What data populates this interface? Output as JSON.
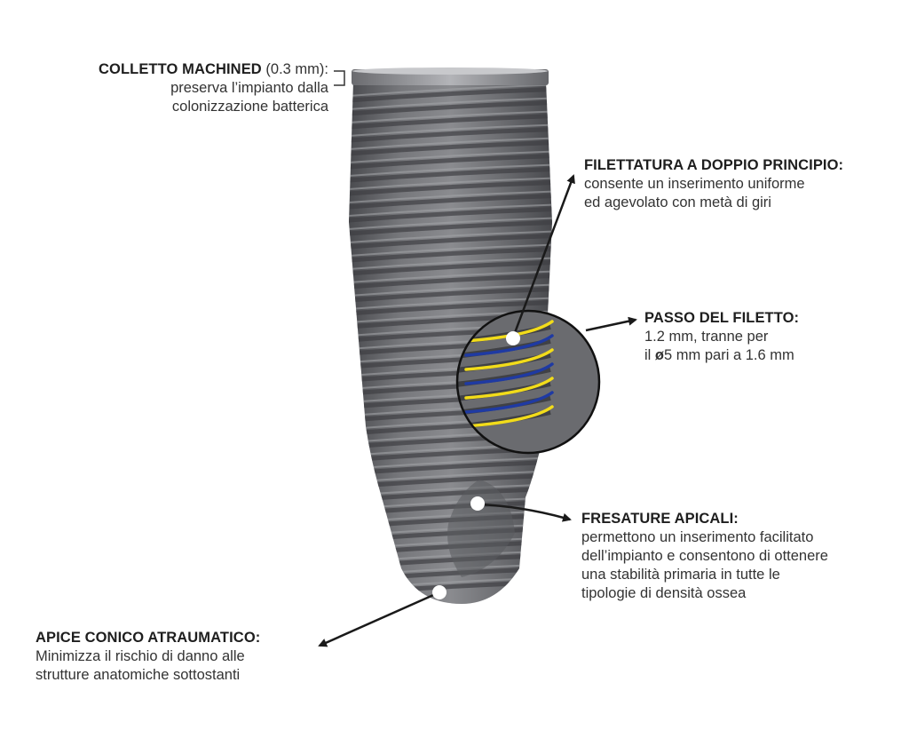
{
  "labels": {
    "collar": {
      "title": "COLLETTO MACHINED",
      "suffix": " (0.3 mm):",
      "line1": "preserva l’impianto dalla",
      "line2": "colonizzazione batterica"
    },
    "thread": {
      "title": "FILETTATURA A DOPPIO PRINCIPIO:",
      "line1": "consente un inserimento uniforme",
      "line2": "ed agevolato con metà di giri"
    },
    "pitch": {
      "title": "PASSO DEL FILETTO:",
      "line1": "1.2 mm, tranne per",
      "line2_prefix": "il ",
      "line2_bold": "ø",
      "line2_rest": "5 mm pari a 1.6 mm"
    },
    "apical": {
      "title": "FRESATURE APICALI:",
      "line1": "permettono un inserimento facilitato",
      "line2": "dell’impianto e consentono di ottenere",
      "line3": "una stabilità primaria in tutte le",
      "line4": "tipologie di densità ossea"
    },
    "apex": {
      "title": "APICE CONICO ATRAUMATICO:",
      "line1": "Minimizza il rischio di danno alle",
      "line2": "strutture anatomiche sottostanti"
    }
  },
  "colors": {
    "implant_body": "#6f7073",
    "implant_dark": "#4b4c50",
    "implant_light": "#9c9da1",
    "thread_yellow": "#f2dc1a",
    "thread_blue": "#1f3aa3",
    "arrow": "#1a1a1a",
    "text_title": "#1e1e1e",
    "text_body": "#333333"
  }
}
